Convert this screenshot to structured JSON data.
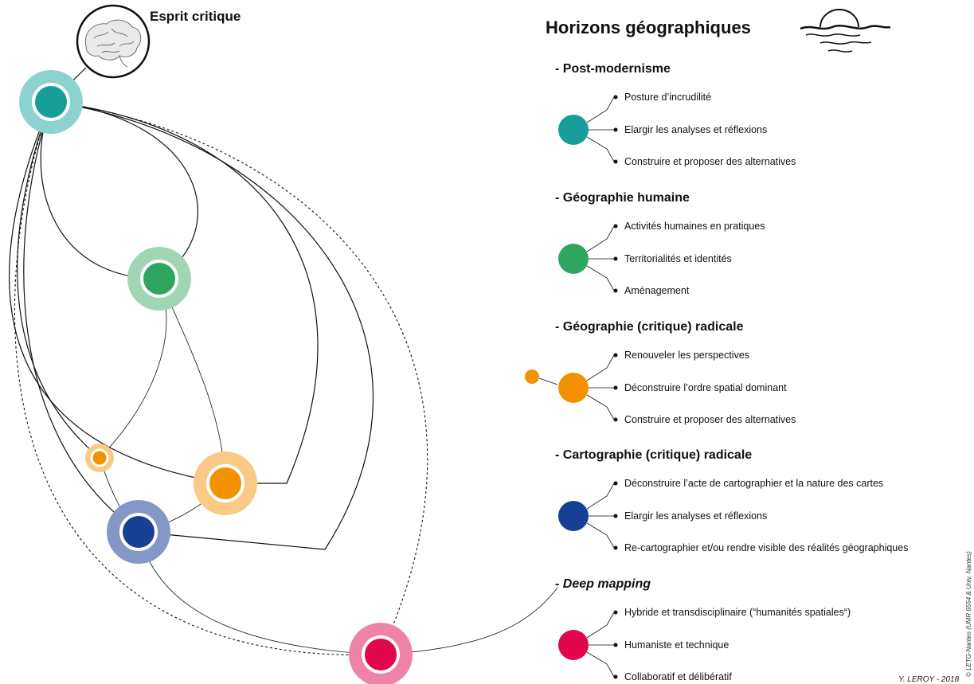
{
  "title": "Horizons géographiques",
  "brain_label": "Esprit critique",
  "sections": [
    {
      "heading_prefix": "- ",
      "heading": "Post-modernisme",
      "italic": false,
      "color": "#179E9A",
      "items": [
        "Posture d’incrudilité",
        "Elargir les analyses et réflexions",
        "Construire et proposer des alternatives"
      ]
    },
    {
      "heading_prefix": "- ",
      "heading": "Géographie humaine",
      "italic": false,
      "color": "#2EA660",
      "items": [
        "Activités humaines en pratiques",
        "Territorialités et identités",
        "Aménagement"
      ]
    },
    {
      "heading_prefix": "- ",
      "heading": "Géographie (critique) radicale",
      "italic": false,
      "color": "#F39200",
      "items": [
        "Renouveler les perspectives",
        "Déconstruire l’ordre spatial dominant",
        "Construire et proposer des alternatives"
      ]
    },
    {
      "heading_prefix": "- ",
      "heading": "Cartographie (critique) radicale",
      "italic": false,
      "color": "#173F93",
      "items": [
        "Déconstruire l’acte de cartographier et la nature des cartes",
        "Elargir les analyses et réflexions",
        "Re-cartographier et/ou rendre visible des réalités géographiques"
      ]
    },
    {
      "heading_prefix": "- ",
      "heading": "Deep mapping",
      "italic": true,
      "color": "#E2064D",
      "items": [
        "Hybride et transdisciplinaire (“humanités spatiales“)",
        "Humaniste et technique",
        "Collaboratif et délibératif"
      ]
    }
  ],
  "credit": "Y. LEROY - 2018",
  "copyright": "© LETG-Nantes (UMR 6554 & Univ. Nantes)",
  "colors": {
    "teal": "#179E9A",
    "teal_halo": "#8CD2CF",
    "green": "#2EA660",
    "green_halo": "#9FD6B3",
    "orange": "#F39200",
    "orange_halo": "#F9CA85",
    "blue": "#173F93",
    "blue_halo": "#8498C8",
    "pink": "#E2064D",
    "pink_halo": "#EF82A8"
  },
  "icons": [
    "brain-icon",
    "sunset-horizon-icon"
  ]
}
